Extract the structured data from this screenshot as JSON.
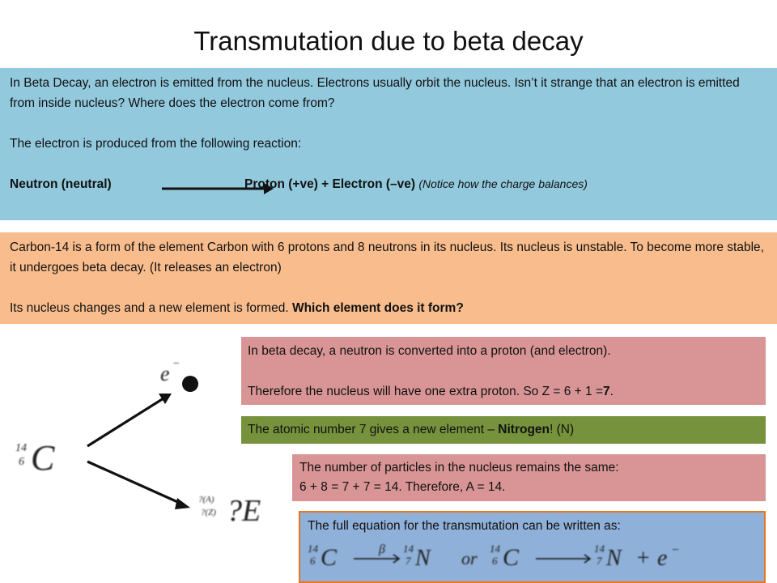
{
  "title": "Transmutation due to beta decay",
  "blue_box": {
    "line1": "In Beta Decay, an electron is emitted from the nucleus. Electrons usually orbit the nucleus. Isn’t it strange that an electron is emitted from inside nucleus? Where does the electron come from?",
    "line2": "The electron is produced from the following reaction:",
    "reaction_left": "Neutron (neutral)",
    "reaction_right": "Proton (+ve) + Electron (–ve)",
    "reaction_note": "(Notice how the charge balances)"
  },
  "orange_box": {
    "line1": "Carbon-14 is a form of the element Carbon with 6 protons and 8 neutrons in its nucleus. Its nucleus is unstable. To become more stable, it undergoes beta decay. (It releases an electron)",
    "line2_plain": "Its nucleus changes and a new element is formed. ",
    "line2_bold": "Which element does it form?"
  },
  "pink_box_1": {
    "line1": "In beta decay, a neutron is converted into a proton (and electron).",
    "line2_plain": "Therefore the nucleus will have one extra proton. So Z = 6 + 1 =",
    "line2_bold": "7",
    "line2_end": "."
  },
  "green_box": {
    "text_plain": "The atomic number 7 gives a new element – ",
    "text_bold": "Nitrogen",
    "text_end": "! (N)"
  },
  "pink_box_2": {
    "line1": "The number of particles in the nucleus remains the same:",
    "line2": "6 + 8 = 7 + 7 = 14. Therefore,  A = 14."
  },
  "equation_box": {
    "label": "The full equation for the transmutation can be written as:",
    "beta_symbol": "β",
    "or_text": "or",
    "plus": "+",
    "electron_symbol": "e",
    "electron_charge": "−"
  },
  "diagram": {
    "electron_symbol": "e",
    "electron_charge": "−",
    "parent_mass": "14",
    "parent_atomic": "6",
    "parent_symbol": "C",
    "daughter_mass": "?(A)",
    "daughter_atomic": "?(Z)",
    "daughter_symbol": "?E"
  },
  "nuclides": {
    "carbon_mass": "14",
    "carbon_atomic": "6",
    "carbon_symbol": "C",
    "nitrogen_mass": "14",
    "nitrogen_atomic": "7",
    "nitrogen_symbol": "N"
  }
}
